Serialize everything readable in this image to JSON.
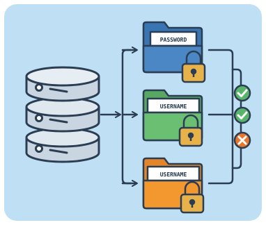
{
  "colors": {
    "panel_bg": "#bfe0f4",
    "outline": "#2b3d52",
    "db_body": "#c9d6e2",
    "folder_blue": "#4a87c4",
    "folder_green": "#6bbf72",
    "folder_orange": "#f3972f",
    "lock_gold": "#e8b24a",
    "check_green": "#58b46a",
    "cross_orange": "#e8772e"
  },
  "folders": [
    {
      "label": "PASSWORD",
      "color_key": "folder_blue",
      "status": "granted",
      "status_icon": "check-icon"
    },
    {
      "label": "USERNAME",
      "color_key": "folder_green",
      "status": "granted",
      "status_icon": "check-icon"
    },
    {
      "label": "USERNAME",
      "color_key": "folder_orange",
      "status": "denied",
      "status_icon": "cross-icon"
    }
  ]
}
